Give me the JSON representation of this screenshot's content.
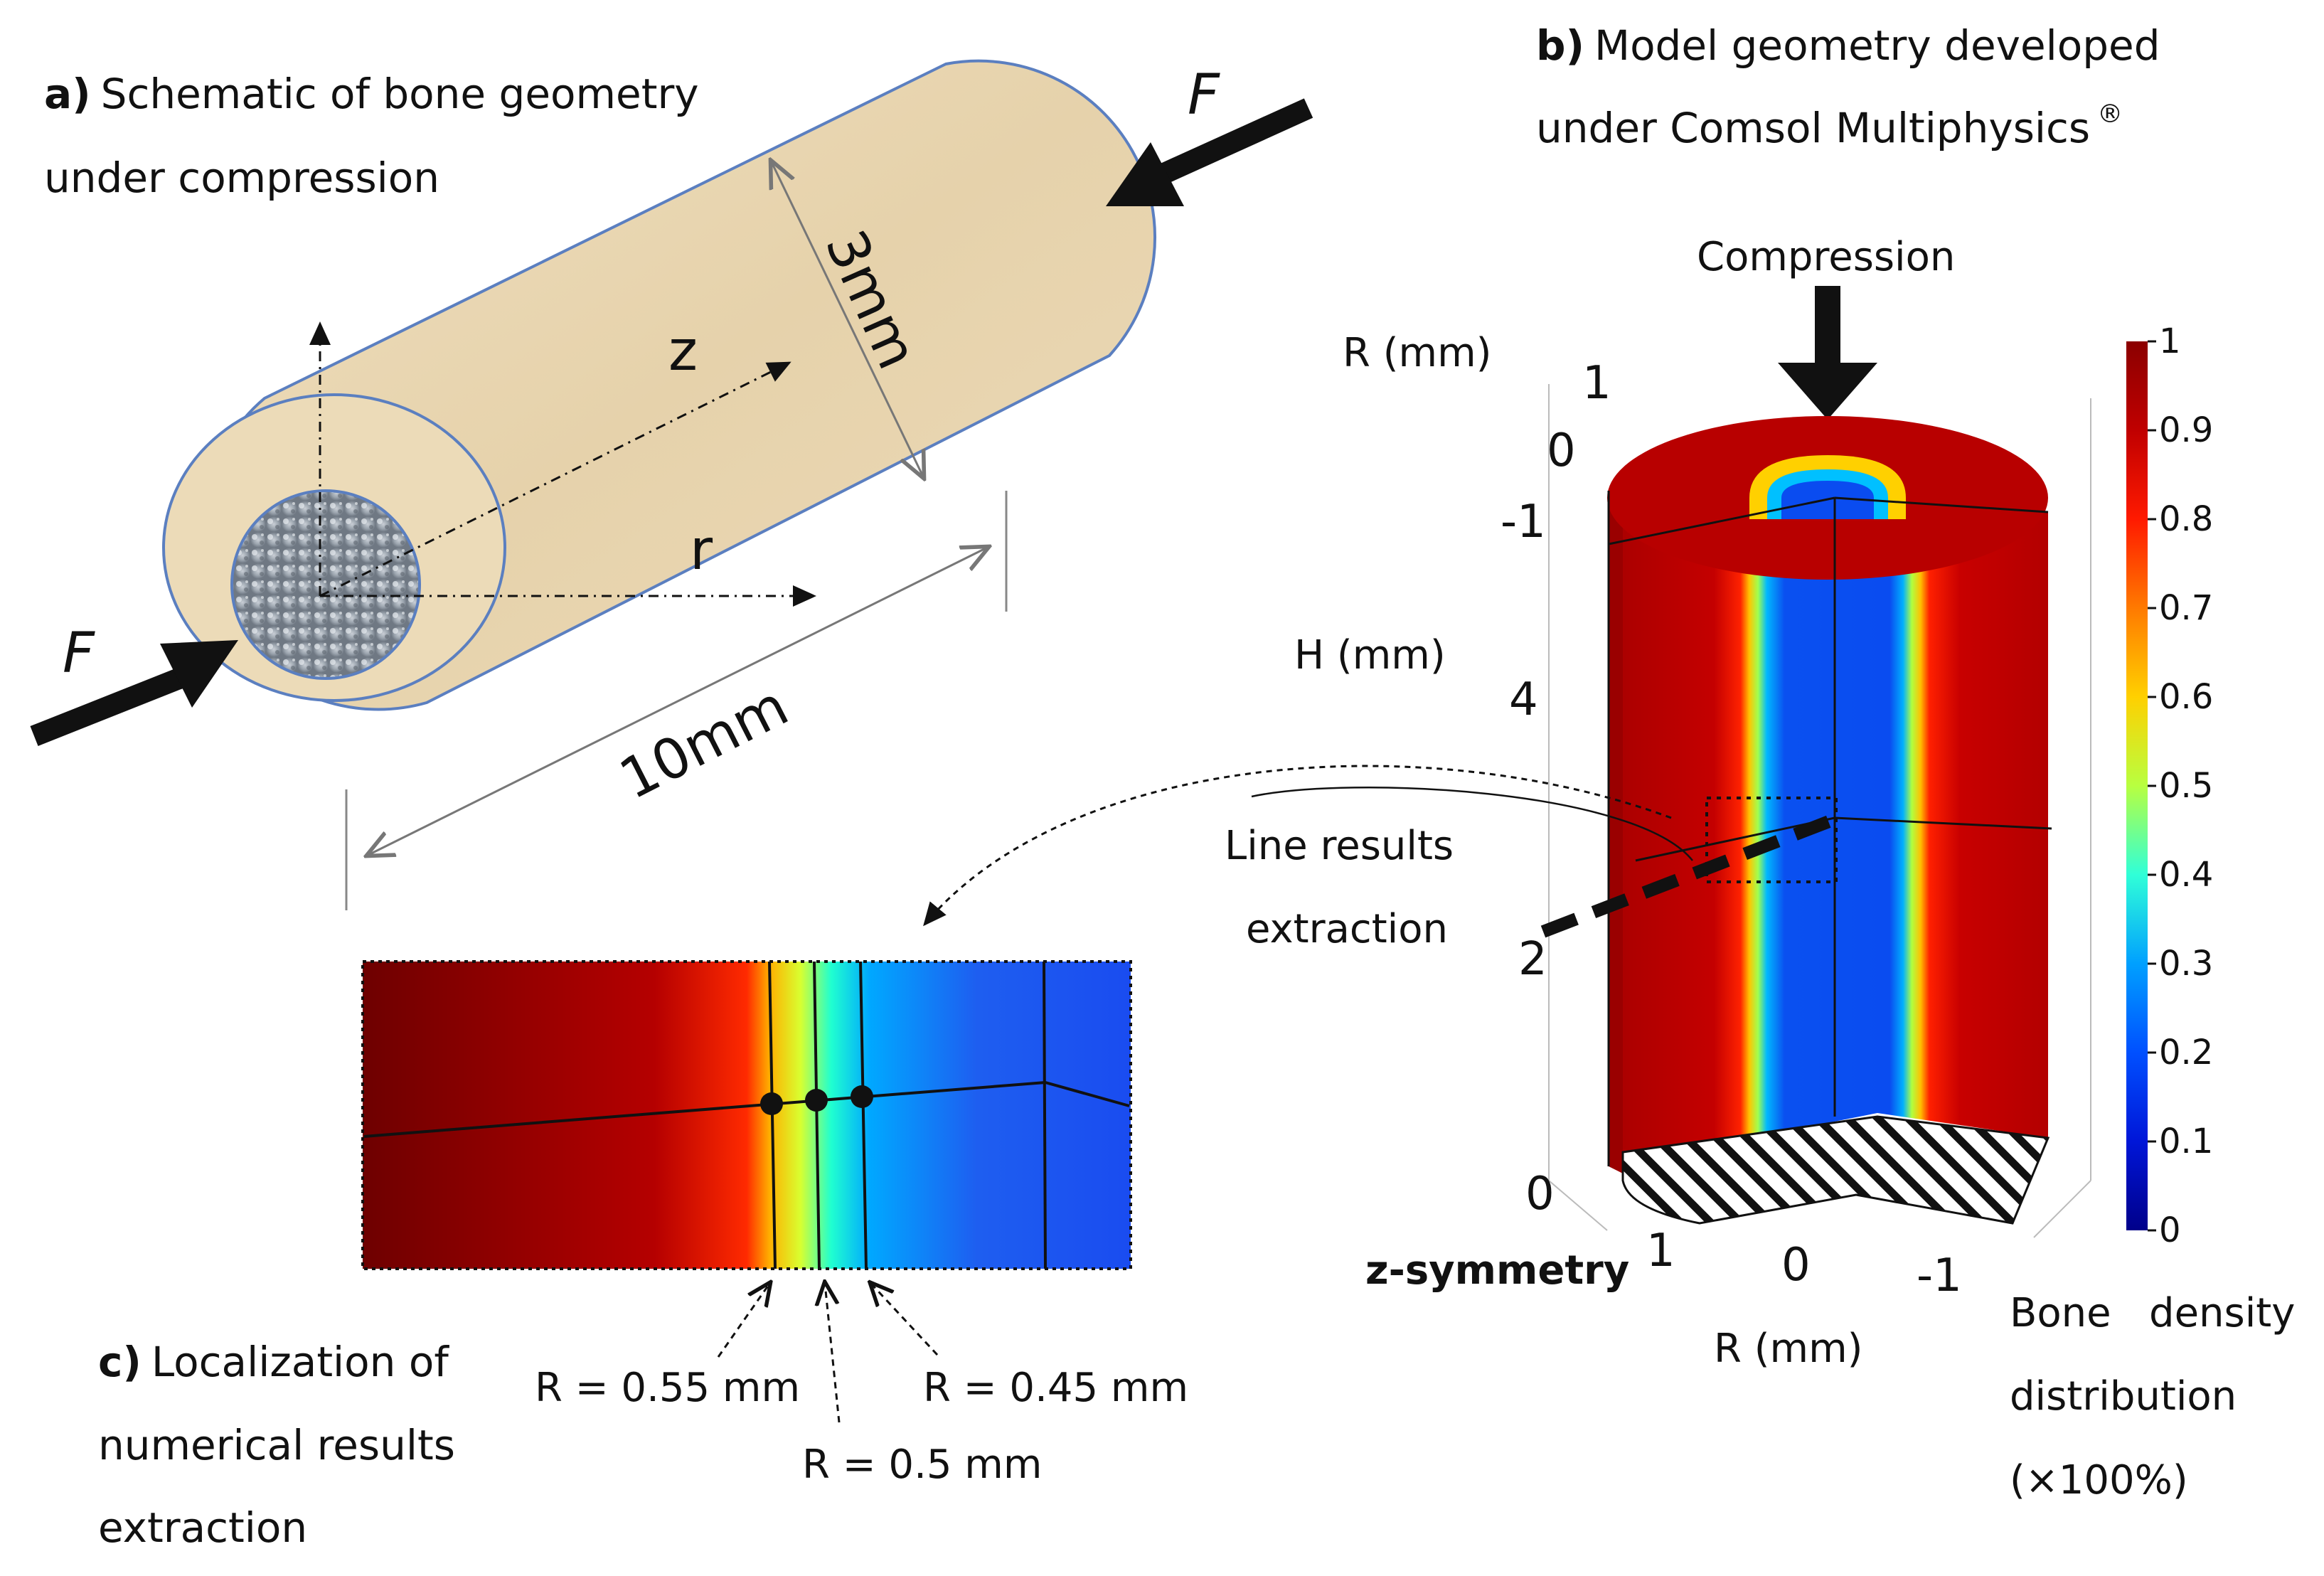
{
  "panel_a": {
    "tag": "a)",
    "title_line1": "Schematic of bone geometry",
    "title_line2": "under compression",
    "force_label": "F",
    "diameter_label": "3mm",
    "length_label": "10mm",
    "z_label": "z",
    "r_label": "r"
  },
  "panel_b": {
    "tag": "b)",
    "title_line1": "Model geometry developed",
    "title_line2": "under Comsol Multiphysics",
    "registered_mark": "®",
    "compression_label": "Compression",
    "r_axis_top": "R (mm)",
    "r_ticks_top": [
      "1",
      "0",
      "-1"
    ],
    "h_axis": "H (mm)",
    "h_ticks": [
      "4",
      "2",
      "0"
    ],
    "r_axis_bottom": "R (mm)",
    "r_ticks_bottom": [
      "1",
      "0",
      "-1"
    ],
    "symmetry_label": "z-symmetry",
    "line_extraction_line1": "Line results",
    "line_extraction_line2": "extraction",
    "colorbar": {
      "ticks": [
        "1",
        "0.9",
        "0.8",
        "0.7",
        "0.6",
        "0.5",
        "0.4",
        "0.3",
        "0.2",
        "0.1",
        "0"
      ],
      "title_line1": "Bone   density",
      "title_line2": "distribution",
      "title_line3": "(×100%)"
    }
  },
  "panel_c": {
    "tag": "c)",
    "title_line1": "Localization of",
    "title_line2": "numerical results",
    "title_line3": "extraction",
    "r055": "R = 0.55 mm",
    "r05": "R = 0.5 mm",
    "r045": "R = 0.45 mm"
  },
  "colors": {
    "bone": "#e9d7b3",
    "bone_edge": "#5b7fc0",
    "density_high": "#8b0000",
    "density_low": "#0a3cf0"
  }
}
